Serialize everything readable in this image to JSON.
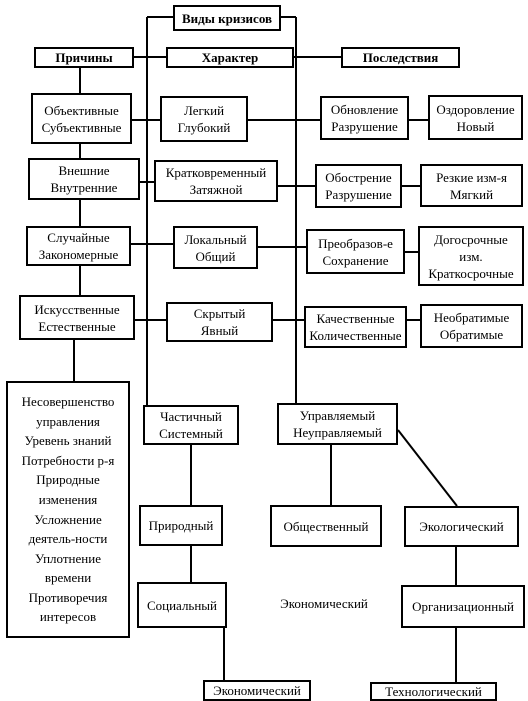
{
  "root": "Виды кризисов",
  "headers": {
    "causes": "Причины",
    "character": "Характер",
    "consequences": "Последствия"
  },
  "causes": [
    [
      "Объективные",
      "Субъективные"
    ],
    [
      "Внешние",
      "Внутренние"
    ],
    [
      "Случайные",
      "Закономерные"
    ],
    [
      "Искусственные",
      "Естественные"
    ]
  ],
  "causes_list": [
    "Несовершенство",
    "управления",
    "Уревень знаний",
    "Потребности р-я",
    "Природные",
    "изменения",
    "Усложнение",
    "деятель-ности",
    "Уплотнение",
    "времени",
    "Противоречия",
    "интересов"
  ],
  "character": [
    [
      "Легкий",
      "Глубокий"
    ],
    [
      "Кратковременный",
      "Затяжной"
    ],
    [
      "Локальный",
      "Общий"
    ],
    [
      "Скрытый",
      "Явный"
    ]
  ],
  "consequences": [
    [
      "Обновление",
      "Разрушение"
    ],
    [
      "Обострение",
      "Разрушение"
    ],
    [
      "Преобразов-е",
      "Сохранение"
    ],
    [
      "Качественные",
      "Количественные"
    ]
  ],
  "outcomes": [
    [
      "Оздоровление",
      "Новый"
    ],
    [
      "Резкие изм-я",
      "Мягкий"
    ],
    [
      "Догосрочные",
      "изм.",
      "Краткосрочные"
    ],
    [
      "Необратимые",
      "Обратимые"
    ]
  ],
  "scope": [
    "Частичный",
    "Системный"
  ],
  "control": [
    "Управляемый",
    "Неуправляемый"
  ],
  "types": {
    "natural": "Природный",
    "social": "Социальный",
    "economic_left": "Экономический",
    "public": "Общественный",
    "economic_mid": "Экономический",
    "ecological": "Экологический",
    "organizational": "Организационный",
    "technological": "Технологический"
  }
}
